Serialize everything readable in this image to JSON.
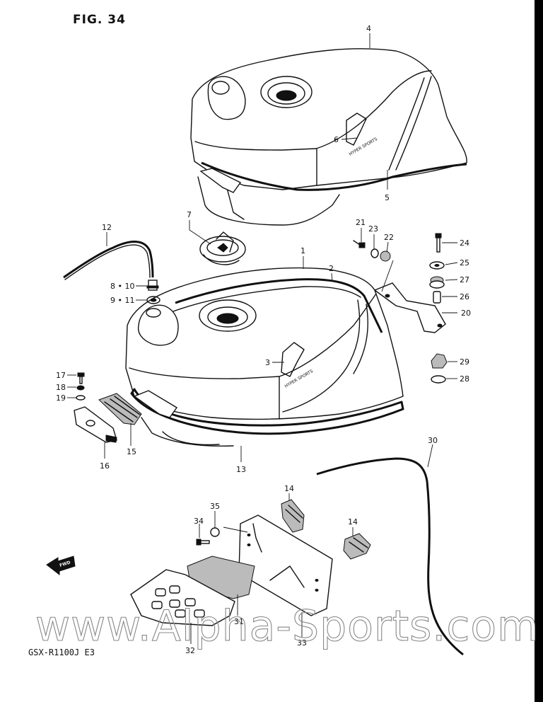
{
  "figure": {
    "title": "FIG. 34",
    "model": "GSX-R1100J  E3"
  },
  "watermark": "www.Alpha-Sports.com",
  "fwd_label": "FWD",
  "tank_logo_text": "HYPER SPORTS",
  "callouts": [
    {
      "id": "4",
      "label": "4"
    },
    {
      "id": "6",
      "label": "6"
    },
    {
      "id": "5",
      "label": "5"
    },
    {
      "id": "7",
      "label": "7"
    },
    {
      "id": "12",
      "label": "12"
    },
    {
      "id": "1",
      "label": "1"
    },
    {
      "id": "2",
      "label": "2"
    },
    {
      "id": "8-10",
      "label": "8 • 10"
    },
    {
      "id": "9-11",
      "label": "9 • 11"
    },
    {
      "id": "3",
      "label": "3"
    },
    {
      "id": "21",
      "label": "21"
    },
    {
      "id": "23",
      "label": "23"
    },
    {
      "id": "22",
      "label": "22"
    },
    {
      "id": "24",
      "label": "24"
    },
    {
      "id": "25",
      "label": "25"
    },
    {
      "id": "27",
      "label": "27"
    },
    {
      "id": "26",
      "label": "26"
    },
    {
      "id": "20",
      "label": "20"
    },
    {
      "id": "29",
      "label": "29"
    },
    {
      "id": "28",
      "label": "28"
    },
    {
      "id": "17",
      "label": "17"
    },
    {
      "id": "18",
      "label": "18"
    },
    {
      "id": "19",
      "label": "19"
    },
    {
      "id": "15",
      "label": "15"
    },
    {
      "id": "16",
      "label": "16"
    },
    {
      "id": "13",
      "label": "13"
    },
    {
      "id": "30",
      "label": "30"
    },
    {
      "id": "14a",
      "label": "14"
    },
    {
      "id": "14b",
      "label": "14"
    },
    {
      "id": "35",
      "label": "35"
    },
    {
      "id": "34",
      "label": "34"
    },
    {
      "id": "31",
      "label": "31"
    },
    {
      "id": "32",
      "label": "32"
    },
    {
      "id": "33",
      "label": "33"
    }
  ]
}
